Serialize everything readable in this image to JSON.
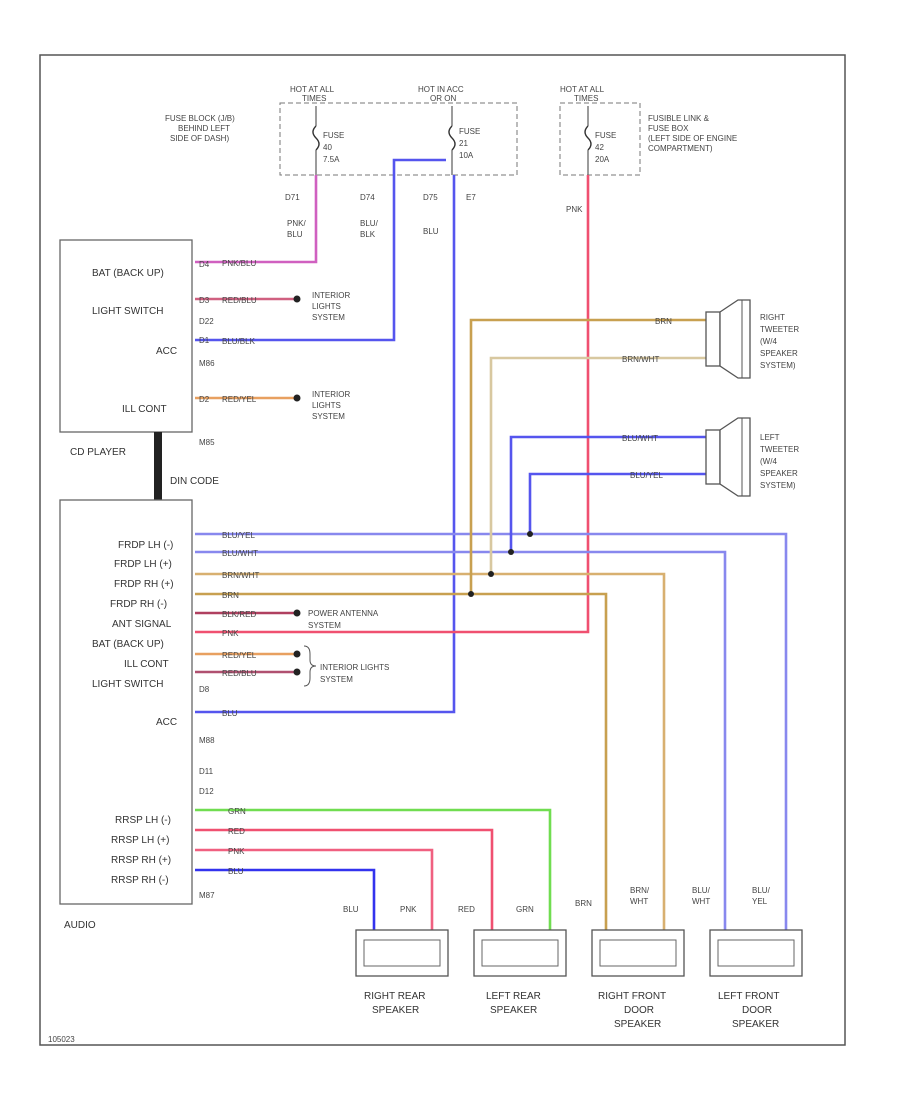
{
  "colors": {
    "pink": "#d060c0",
    "blue": "#5555ee",
    "brown": "#c8a050",
    "tan": "#d8c8a0",
    "red": "#f05070",
    "green": "#70dd50",
    "orange": "#e8a060",
    "lightblue": "#8888ee",
    "wire_dark": "#888888"
  },
  "power": {
    "hot1": {
      "line1": "HOT AT ALL",
      "line2": "TIMES"
    },
    "hot2": {
      "line1": "HOT IN ACC",
      "line2": "OR ON"
    },
    "hot3": {
      "line1": "HOT AT ALL",
      "line2": "TIMES"
    },
    "fuse_block": {
      "line1": "FUSE BLOCK (J/B)",
      "line2": "BEHIND LEFT",
      "line3": "SIDE OF DASH)"
    },
    "fusible_link": {
      "line1": "FUSIBLE LINK &",
      "line2": "FUSE BOX",
      "line3": "(LEFT SIDE OF ENGINE",
      "line4": "COMPARTMENT)"
    },
    "fuse1": {
      "label": "FUSE",
      "num": "40",
      "amp": "7.5A"
    },
    "fuse2": {
      "label": "FUSE",
      "num": "21",
      "amp": "10A"
    },
    "fuse3": {
      "label": "FUSE",
      "num": "42",
      "amp": "20A"
    },
    "conn1": "D71",
    "conn2": "D74",
    "conn3": "D75",
    "conn4": "E7"
  },
  "wires": {
    "pnk_blu": {
      "line1": "PNK/",
      "line2": "BLU"
    },
    "blu_blk": {
      "line1": "BLU/",
      "line2": "BLK"
    },
    "blu": "BLU",
    "pnk": "PNK"
  },
  "cd_player": {
    "title": "CD PLAYER",
    "pins": {
      "bat": "BAT (BACK UP)",
      "light": "LIGHT SWITCH",
      "acc": "ACC",
      "ill": "ILL CONT"
    },
    "wire_labels": {
      "w1": "PNK/BLU",
      "w2": "RED/BLU",
      "w3": "BLU/BLK",
      "w4": "RED/YEL"
    },
    "conns": {
      "c1": "D4",
      "c2": "D3",
      "c3": "D2",
      "c4": "D1",
      "c5": "D22",
      "m1": "M86",
      "m2": "M85"
    },
    "din": "DIN CODE"
  },
  "audio": {
    "title": "AUDIO",
    "pins": {
      "p1": "FRDP LH (-)",
      "p2": "FRDP LH (+)",
      "p3": "FRDP RH (+)",
      "p4": "FRDP RH (-)",
      "p5": "ANT SIGNAL",
      "p6": "BAT (BACK UP)",
      "p7": "ILL CONT",
      "p8": "LIGHT SWITCH",
      "p9": "ACC",
      "p10": "RRSP LH (-)",
      "p11": "RRSP LH (+)",
      "p12": "RRSP RH (+)",
      "p13": "RRSP RH (-)"
    },
    "wire_labels": {
      "a1": "BLU/YEL",
      "a2": "BLU/WHT",
      "a3": "BRN/WHT",
      "a4": "BRN",
      "a5": "BLK/RED",
      "a6": "PNK",
      "a7": "RED/YEL",
      "a8": "RED/BLU",
      "a9": "BLU",
      "r1": "GRN",
      "r2": "RED",
      "r3": "PNK",
      "r4": "BLU"
    },
    "conns": {
      "m88": "M88",
      "d11": "D11",
      "d12": "D12",
      "m87": "M87",
      "d8": "D8"
    }
  },
  "systems": {
    "interior1": {
      "line1": "INTERIOR",
      "line2": "LIGHTS",
      "line3": "SYSTEM"
    },
    "interior2": {
      "line1": "INTERIOR",
      "line2": "LIGHTS",
      "line3": "SYSTEM"
    },
    "power_ant": {
      "line1": "POWER ANTENNA",
      "line2": "SYSTEM"
    },
    "interior3": {
      "line1": "INTERIOR LIGHTS",
      "line2": "SYSTEM"
    }
  },
  "tweeters": {
    "right": {
      "line1": "RIGHT",
      "line2": "TWEETER",
      "line3": "(W/4",
      "line4": "SPEAKER",
      "line5": "SYSTEM)",
      "w1": "BRN",
      "w2": "BRN/WHT"
    },
    "left": {
      "line1": "LEFT",
      "line2": "TWEETER",
      "line3": "(W/4",
      "line4": "SPEAKER",
      "line5": "SYSTEM)",
      "w1": "BLU/WHT",
      "w2": "BLU/YEL"
    }
  },
  "speakers": {
    "rr": {
      "line1": "RIGHT REAR",
      "line2": "SPEAKER",
      "w1": "BLU",
      "w2": "PNK"
    },
    "lr": {
      "line1": "LEFT REAR",
      "line2": "SPEAKER",
      "w1": "RED",
      "w2": "GRN"
    },
    "rf": {
      "line1": "RIGHT FRONT",
      "line2": "DOOR",
      "line3": "SPEAKER",
      "w1": "BRN",
      "w2a": "BRN/",
      "w2b": "WHT"
    },
    "lf": {
      "line1": "LEFT FRONT",
      "line2": "DOOR",
      "line3": "SPEAKER",
      "w1a": "BLU/",
      "w1b": "WHT",
      "w2a": "BLU/",
      "w2b": "YEL"
    }
  },
  "footer": "105023"
}
